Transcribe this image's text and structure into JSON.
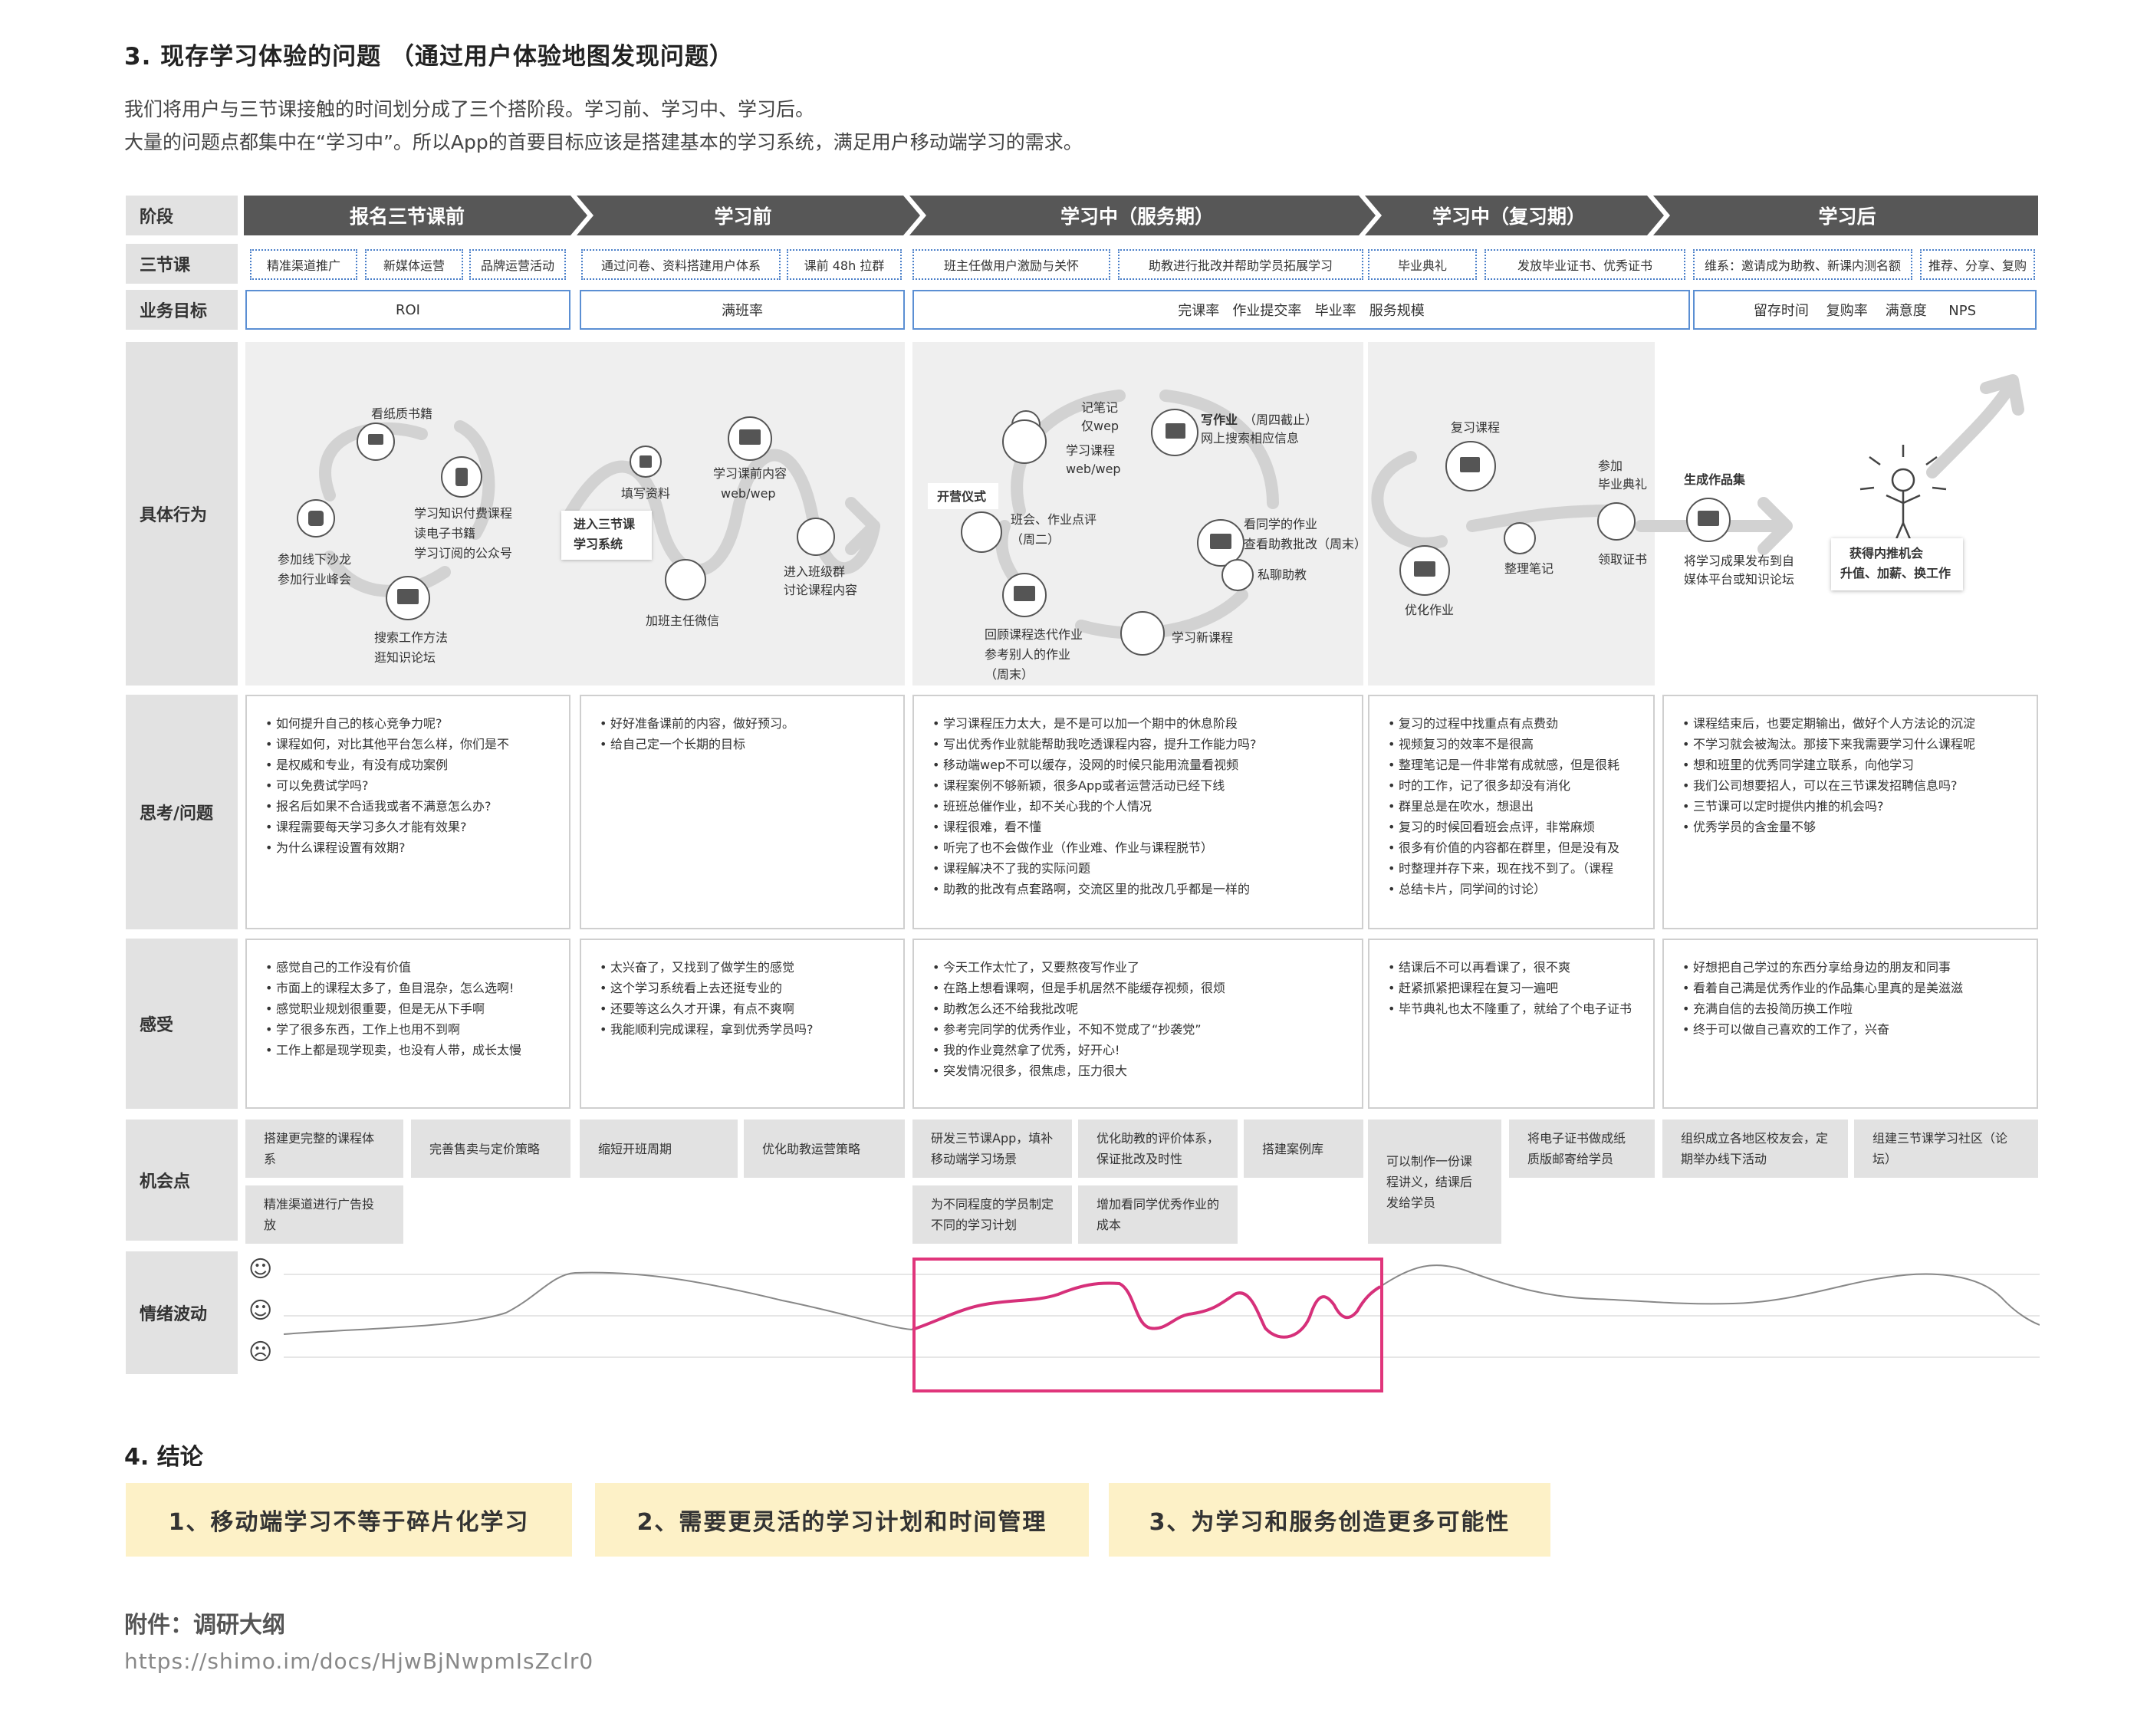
{
  "section3": {
    "title": "3. 现存学习体验的问题 （通过用户体验地图发现问题）",
    "intro_line1": "我们将用户与三节课接触的时间划分成了三个搭阶段。学习前、学习中、学习后。",
    "intro_line2": "大量的问题点都集中在“学习中”。所以App的首要目标应该是搭建基本的学习系统，满足用户移动端学习的需求。"
  },
  "rows": {
    "stage": "阶段",
    "course": "三节课",
    "goal": "业务目标",
    "behavior": "具体行为",
    "thinking": "思考/问题",
    "feeling": "感受",
    "opportunity": "机会点",
    "emotion": "情绪波动"
  },
  "phases": [
    "报名三节课前",
    "学习前",
    "学习中（服务期）",
    "学习中（复习期）",
    "学习后"
  ],
  "course_tags": [
    "精准渠道推广",
    "新媒体运营",
    "品牌运营活动",
    "通过问卷、资料搭建用户体系",
    "课前 48h 拉群",
    "班主任做用户激励与关怀",
    "助教进行批改并帮助学员拓展学习",
    "毕业典礼",
    "发放毕业证书、优秀证书",
    "维系：邀请成为助教、新课内测名额",
    "推荐、分享、复购"
  ],
  "goals": [
    "ROI",
    "满班率",
    "完课率   作业提交率   毕业率   服务规模",
    "留存时间    复购率    满意度     NPS"
  ],
  "behaviors": {
    "p1": [
      "看纸质书籍",
      "学习知识付费课程",
      "读电子书籍",
      "学习订阅的公众号",
      "参加线下沙龙",
      "参加行业峰会",
      "搜索工作方法",
      "逛知识论坛"
    ],
    "p2": [
      "进入三节课",
      "学习系统",
      "填写资料",
      "学习课前内容",
      "web/wep",
      "进入班级群",
      "讨论课程内容",
      "加班主任微信"
    ],
    "p3": [
      "记笔记",
      "仅wep",
      "学习课程",
      "web/wep",
      "写作业",
      "（周四截止）",
      "网上搜索相应信息",
      "开营仪式",
      "班会、作业点评",
      "（周二）",
      "看同学的作业",
      "查看助教批改（周末）",
      "私聊助教",
      "回顾课程迭代作业",
      "参考别人的作业",
      "（周末）",
      "学习新课程"
    ],
    "p4": [
      "复习课程",
      "参加",
      "毕业典礼",
      "领取证书",
      "整理笔记",
      "优化作业",
      "生成作品集",
      "将学习成果发布到自",
      "媒体平台或知识论坛"
    ],
    "p5": [
      "获得内推机会",
      "升值、加薪、换工作"
    ]
  },
  "thinking": [
    [
      "如何提升自己的核心竞争力呢?",
      "课程如何，对比其他平台怎么样，你们是不",
      "是权威和专业，有没有成功案例",
      "可以免费试学吗?",
      "报名后如果不合适我或者不满意怎么办?",
      "课程需要每天学习多久才能有效果?",
      "为什么课程设置有效期?"
    ],
    [
      "好好准备课前的内容，做好预习。",
      "给自己定一个长期的目标"
    ],
    [
      "学习课程压力太大，是不是可以加一个期中的休息阶段",
      "写出优秀作业就能帮助我吃透课程内容，提升工作能力吗?",
      "移动端wep不可以缓存，没网的时候只能用流量看视频",
      "课程案例不够新颖，很多App或者运营活动已经下线",
      "班班总催作业，却不关心我的个人情况",
      "课程很难，看不懂",
      "听完了也不会做作业（作业难、作业与课程脱节）",
      "课程解决不了我的实际问题",
      "助教的批改有点套路啊，交流区里的批改几乎都是一样的"
    ],
    [
      "复习的过程中找重点有点费劲",
      "视频复习的效率不是很高",
      "整理笔记是一件非常有成就感，但是很耗",
      "时的工作，记了很多却没有消化",
      "群里总是在吹水，想退出",
      "复习的时候回看班会点评，非常麻烦",
      "很多有价值的内容都在群里，但是没有及",
      "时整理并存下来，现在找不到了。（课程",
      "总结卡片，同学间的讨论）"
    ],
    [
      "课程结束后，也要定期输出，做好个人方法论的沉淀",
      "不学习就会被淘汰。那接下来我需要学习什么课程呢",
      "想和班里的优秀同学建立联系，向他学习",
      "我们公司想要招人，可以在三节课发招聘信息吗?",
      "三节课可以定时提供内推的机会吗?",
      "优秀学员的含金量不够"
    ]
  ],
  "feelings": [
    [
      "感觉自己的工作没有价值",
      "市面上的课程太多了，鱼目混杂，怎么选啊!",
      "感觉职业规划很重要，但是无从下手啊",
      "学了很多东西，工作上也用不到啊",
      "工作上都是现学现卖，也没有人带，成长太慢"
    ],
    [
      "太兴奋了，又找到了做学生的感觉",
      "这个学习系统看上去还挺专业的",
      "还要等这么久才开课，有点不爽啊",
      "我能顺利完成课程，拿到优秀学员吗?"
    ],
    [
      "今天工作太忙了，又要熬夜写作业了",
      "在路上想看课啊，但是手机居然不能缓存视频，很烦",
      "助教怎么还不给我批改呢",
      "参考完同学的优秀作业，不知不觉成了“抄袭党”",
      "我的作业竟然拿了优秀，好开心!",
      "突发情况很多，很焦虑，压力很大"
    ],
    [
      "结课后不可以再看课了，很不爽",
      "赶紧抓紧把课程在复习一遍吧",
      "毕节典礼也太不隆重了，就给了个电子证书"
    ],
    [
      "好想把自己学过的东西分享给身边的朋友和同事",
      "看着自己满是优秀作业的作品集心里真的是美滋滋",
      "充满自信的去投简历换工作啦",
      "终于可以做自己喜欢的工作了，兴奋"
    ]
  ],
  "opportunities": [
    "搭建更完整的课程体系",
    "完善售卖与定价策略",
    "精准渠道进行广告投放",
    "缩短开班周期",
    "优化助教运营策略",
    "研发三节课App，填补移动端学习场景",
    "优化助教的评价体系，保证批改及时性",
    "搭建案例库",
    "为不同程度的学员制定不同的学习计划",
    "增加看同学优秀作业的成本",
    "可以制作一份课程讲义，结课后发给学员",
    "将电子证书做成纸质版邮寄给学员",
    "组织成立各地区校友会，定期举办线下活动",
    "组建三节课学习社区（论坛）"
  ],
  "emotion_faces": [
    "☺",
    "☺",
    "☹"
  ],
  "section4": {
    "title": "4. 结论",
    "conclusions": [
      "1、移动端学习不等于碎片化学习",
      "2、需要更灵活的学习计划和时间管理",
      "3、为学习和服务创造更多可能性"
    ]
  },
  "appendix": {
    "title": "附件：调研大纲",
    "link": "https://shimo.im/docs/HjwBjNwpmIsZclr0"
  },
  "colors": {
    "phase_bar": "#575757",
    "tag_border": "#4a7fc9",
    "highlight": "#e0357b",
    "conclusion_bg": "#fdf1c7"
  }
}
